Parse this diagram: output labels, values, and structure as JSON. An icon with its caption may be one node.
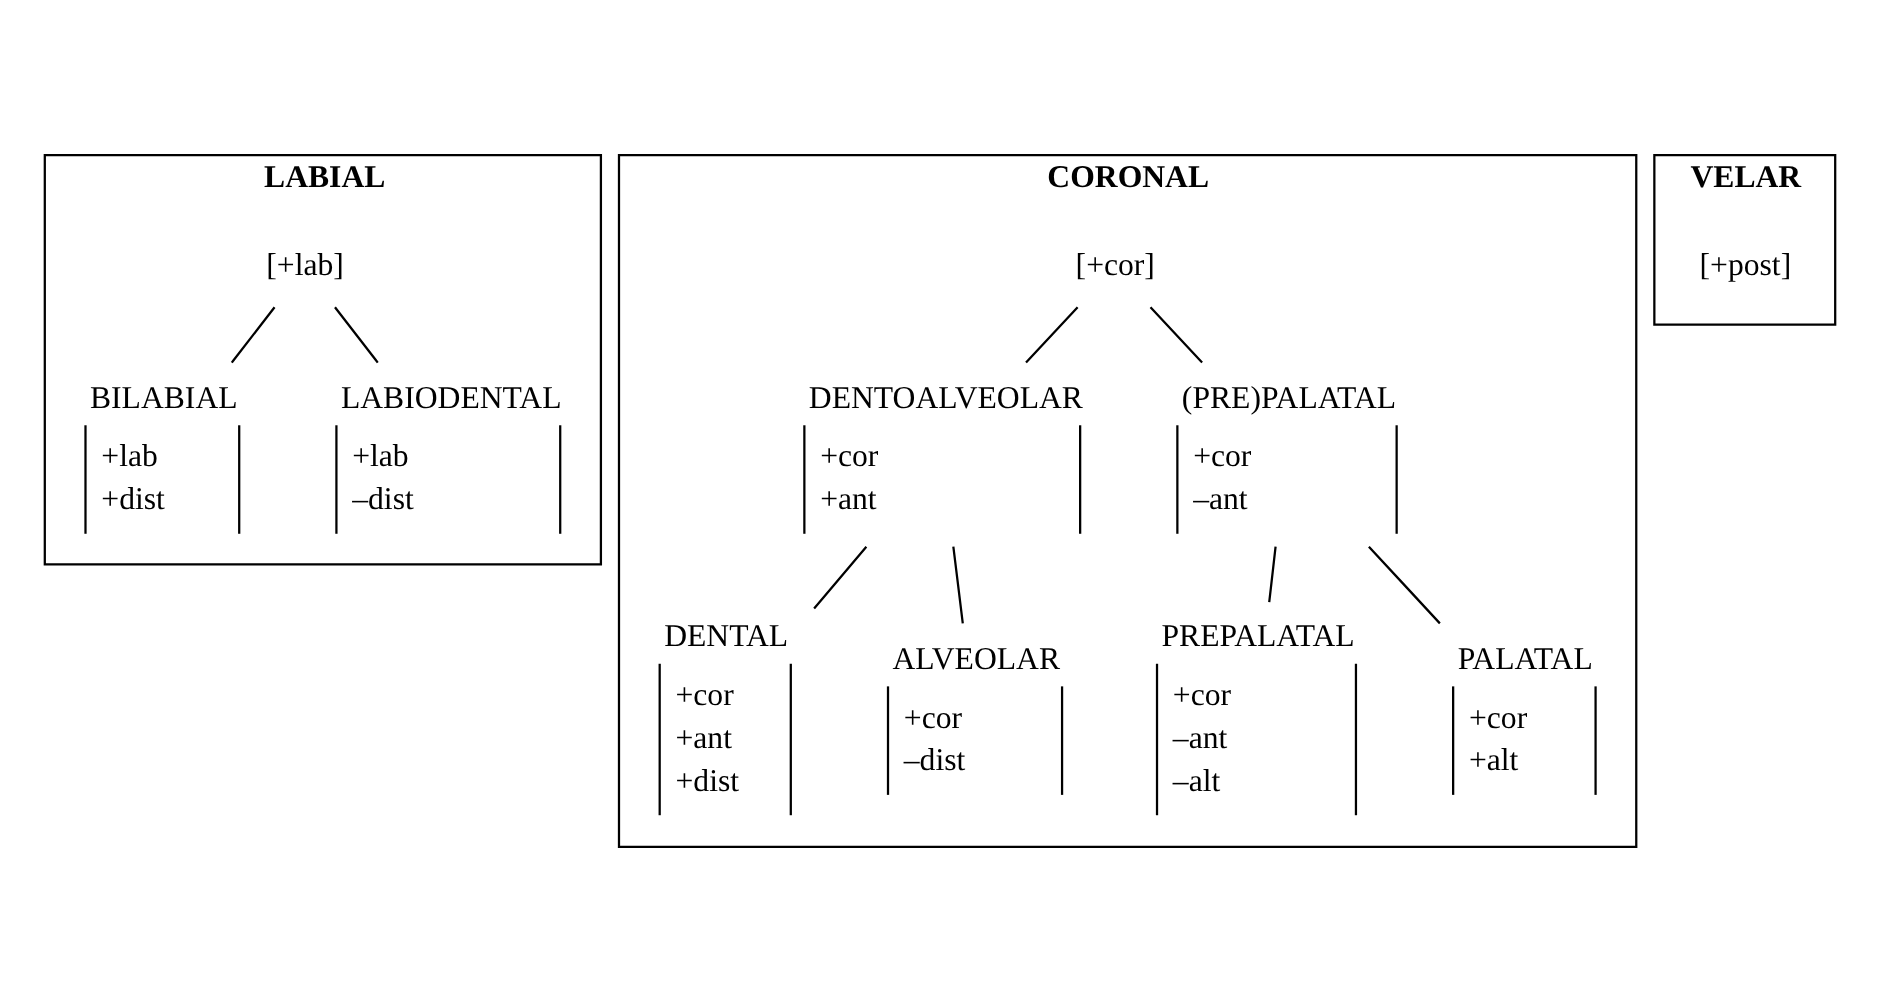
{
  "diagram": {
    "nodes": [
      {
        "text": [
          "LABIAL"
        ]
      },
      {
        "text": [
          "[+lab]"
        ],
        "in": 0
      },
      {
        "text": [
          "BILABIAL",
          "+lab",
          "+dist"
        ],
        "in": 0
      },
      {
        "text": [
          "LABIODENTAL",
          "+lab",
          "–dist"
        ],
        "in": 0
      },
      {
        "text": [
          "CORONAL"
        ]
      },
      {
        "text": [
          "[+cor]"
        ],
        "in": 4
      },
      {
        "text": [
          "DENTOALVEOLAR",
          "+cor",
          "+ant"
        ],
        "in": 4
      },
      {
        "text": [
          "(PRE)PALATAL",
          "+cor",
          "–ant"
        ],
        "in": 4
      },
      {
        "text": [
          "DENTAL",
          "+cor",
          "+ant",
          "+dist"
        ],
        "in": 4
      },
      {
        "text": [
          "ALVEOLAR",
          "+cor",
          "–dist"
        ],
        "in": 4
      },
      {
        "text": [
          "PREPALATAL",
          "+cor",
          "–ant",
          "–alt"
        ],
        "in": 4
      },
      {
        "text": [
          "PALATAL",
          "+cor",
          "+alt"
        ],
        "in": 4
      },
      {
        "text": [
          "VELAR"
        ]
      },
      {
        "text": [
          "[+post]"
        ],
        "in": 12
      }
    ],
    "edges": [
      {
        "from": 1,
        "to": 2,
        "arrow": "none"
      },
      {
        "from": 1,
        "to": 3,
        "arrow": "none"
      },
      {
        "from": 5,
        "to": 6,
        "arrow": "none"
      },
      {
        "from": 5,
        "to": 7,
        "arrow": "none"
      },
      {
        "from": 6,
        "to": 8,
        "arrow": "none"
      },
      {
        "from": 6,
        "to": 9,
        "arrow": "none"
      },
      {
        "from": 7,
        "to": 10,
        "arrow": "none"
      },
      {
        "from": 7,
        "to": 11,
        "arrow": "none"
      }
    ]
  }
}
